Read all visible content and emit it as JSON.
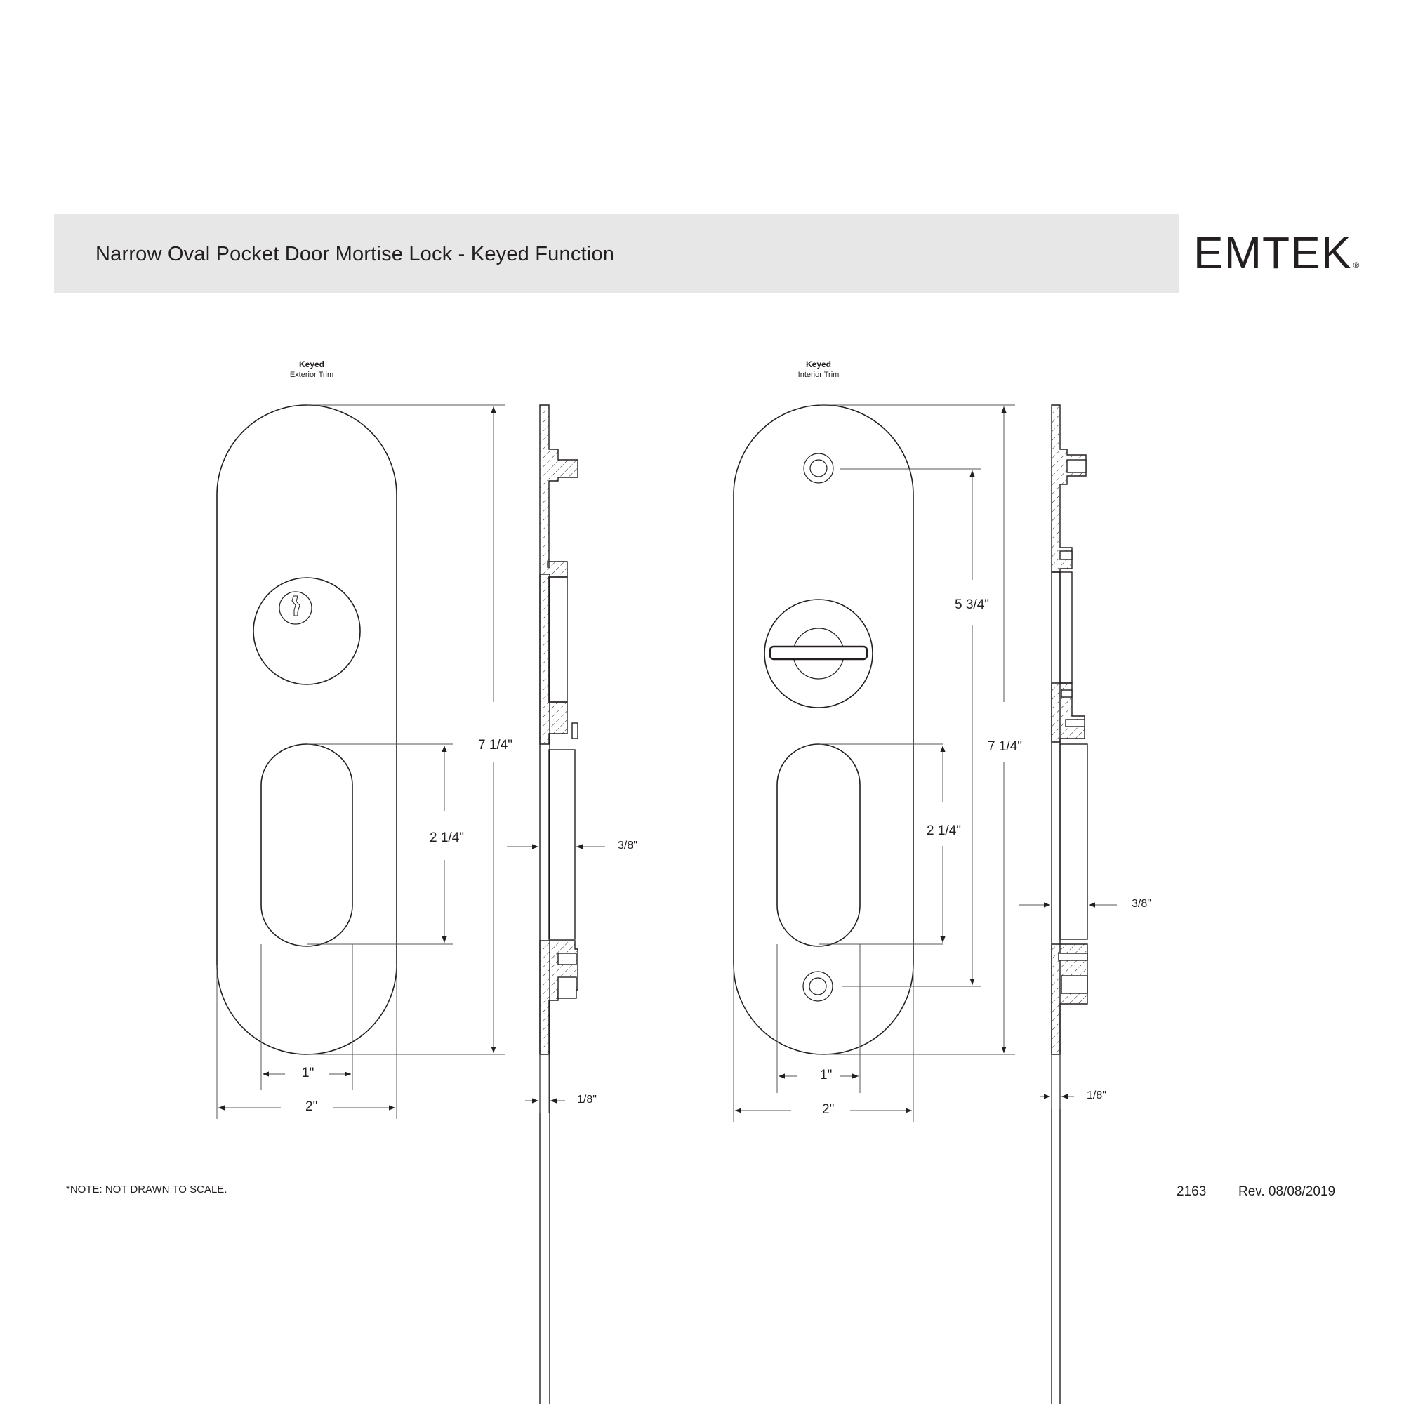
{
  "header": {
    "title": "Narrow Oval Pocket Door Mortise Lock - Keyed Function",
    "brand": "EMTEK",
    "brand_mark": "®",
    "band_color": "#e6e7e6"
  },
  "views": [
    {
      "id": "exterior",
      "label": "Keyed",
      "sublabel": "Exterior Trim",
      "icons": [
        "key-cylinder-icon"
      ],
      "dimensions": {
        "overall_height": "7 1/4\"",
        "pull_height": "2 1/4\"",
        "projection": "3/8\"",
        "plate_thickness": "1/8\"",
        "pull_width": "1\"",
        "plate_width": "2\""
      }
    },
    {
      "id": "interior",
      "label": "Keyed",
      "sublabel": "Interior Trim",
      "icons": [
        "privacy-turn-icon",
        "screw-hole-icon"
      ],
      "dimensions": {
        "screw_spacing": "5 3/4\"",
        "overall_height": "7 1/4\"",
        "pull_height": "2 1/4\"",
        "projection": "3/8\"",
        "plate_thickness": "1/8\"",
        "pull_width": "1\"",
        "plate_width": "2\""
      }
    }
  ],
  "footer": {
    "note": "*NOTE: NOT DRAWN TO SCALE.",
    "doc_number": "2163",
    "revision": "Rev. 08/08/2019"
  },
  "colors": {
    "line": "#231f20",
    "dim_line": "#555555",
    "hatch": "#231f20"
  }
}
